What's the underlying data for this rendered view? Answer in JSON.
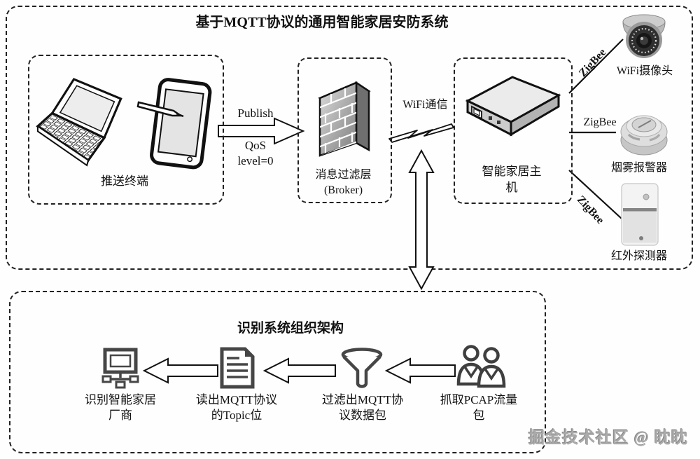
{
  "top_section": {
    "title": "基于MQTT协议的通用智能家居安防系统",
    "push_terminal_label": "推送终端",
    "publish_label": "Publish",
    "qos_label": "QoS",
    "qos_level_label": "level=0",
    "broker_label_line1": "消息过滤层",
    "broker_label_line2": "(Broker)",
    "wifi_label": "WiFi通信",
    "host_label_line1": "智能家居主",
    "host_label_line2": "机",
    "zigbee_camera_label": "ZigBee",
    "zigbee_smoke_label": "ZigBee",
    "zigbee_infrared_label": "ZigBee",
    "camera_label": "WiFi摄像头",
    "smoke_label": "烟雾报警器",
    "infrared_label": "红外探测器"
  },
  "bottom_section": {
    "title": "识别系统组织架构",
    "steps": [
      {
        "icon": "computer-icon",
        "label_line1": "识别智能家居",
        "label_line2": "厂商"
      },
      {
        "icon": "document-icon",
        "label_line1": "读出MQTT协议",
        "label_line2": "的Topic位"
      },
      {
        "icon": "funnel-icon",
        "label_line1": "过滤出MQTT协",
        "label_line2": "议数据包"
      },
      {
        "icon": "people-icon",
        "label_line1": "抓取PCAP流量",
        "label_line2": "包"
      }
    ]
  },
  "watermark": "掘金技术社区 @ 眈眈",
  "colors": {
    "line": "#1a1a1a",
    "icon_stroke": "#464646",
    "watermark": "#aaaaaa"
  }
}
